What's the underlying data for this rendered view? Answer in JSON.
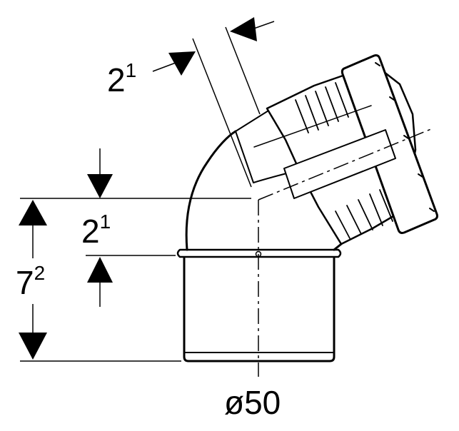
{
  "dimensions": {
    "top_offset": {
      "base": "2",
      "sup": "1"
    },
    "vertical_offset": {
      "base": "2",
      "sup": "1"
    },
    "overall_height": {
      "base": "7",
      "sup": "2"
    },
    "diameter": "ø50"
  },
  "colors": {
    "line": "#000000",
    "background": "#ffffff"
  }
}
